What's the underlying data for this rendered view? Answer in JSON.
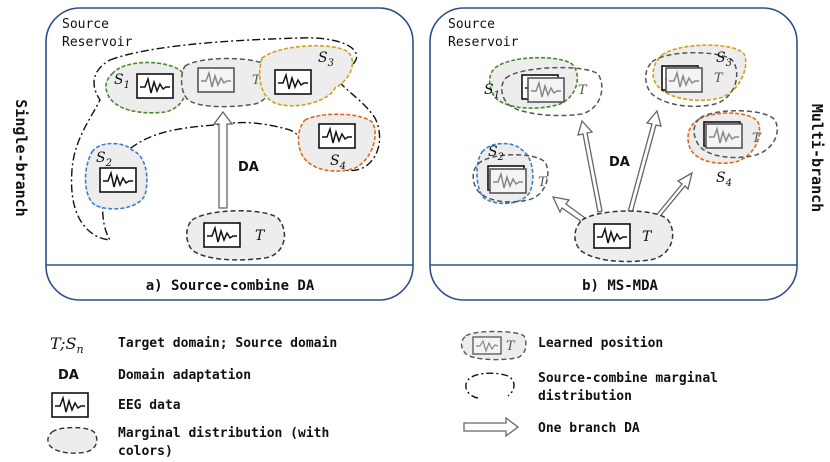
{
  "side_labels": {
    "left": "Single-branch",
    "right": "Multi-branch"
  },
  "panel_a": {
    "reservoir_line1": "Source",
    "reservoir_line2": "Reservoir",
    "caption": "a) Source-combine DA",
    "da_label": "DA",
    "s1": "S",
    "s1_sub": "1",
    "s2": "S",
    "s2_sub": "2",
    "s3": "S",
    "s3_sub": "3",
    "s4": "S",
    "s4_sub": "4",
    "t": "T",
    "t_target": "T"
  },
  "panel_b": {
    "reservoir_line1": "Source",
    "reservoir_line2": "Reservoir",
    "caption": "b) MS-MDA",
    "da_label": "DA",
    "s1": "S",
    "s1_sub": "1",
    "s2": "S",
    "s2_sub": "2",
    "s3": "S",
    "s3_sub": "3",
    "s4": "S",
    "s4_sub": "4",
    "t": "T"
  },
  "legend": {
    "t_sn": "T;S",
    "t_sn_sub": "n",
    "target_source": "Target domain; Source domain",
    "da": "DA",
    "domain_adaptation": "Domain adaptation",
    "eeg": "EEG data",
    "marginal_line1": "Marginal distribution (with",
    "marginal_line2": "colors)",
    "learned": "Learned position",
    "learned_t": "T",
    "combine_line1": "Source-combine marginal",
    "combine_line2": "distribution",
    "one_branch": "One branch DA"
  },
  "colors": {
    "panel_border": "#2f4f8f",
    "green": "#4a8a2a",
    "blue": "#3a7fcf",
    "gold": "#d4a017",
    "orange": "#e06a1a",
    "gray_fill": "#ededed",
    "dash_gray": "#555555"
  },
  "icons": [
    "eeg-icon",
    "hollow-arrow-icon"
  ]
}
